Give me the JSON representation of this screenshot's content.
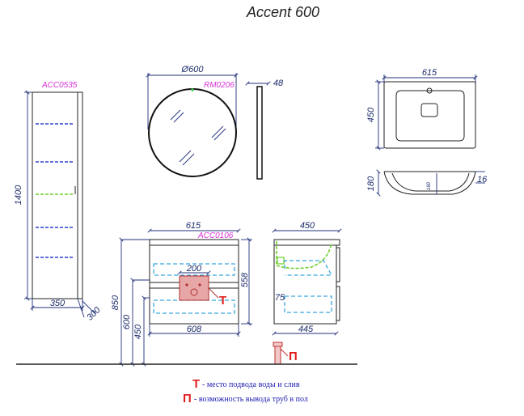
{
  "title": "Accent 600",
  "cabinet": {
    "code": "ACC0535",
    "height": "1400",
    "width": "350",
    "depth": "300"
  },
  "mirror": {
    "code": "RM0206",
    "diameter": "Ø600",
    "thickness": "48"
  },
  "basin": {
    "width": "615",
    "depth": "450",
    "height": "180",
    "rim": "16",
    "inner_label": "160"
  },
  "vanity": {
    "code": "ACC0106",
    "top_width": "615",
    "body_width": "608",
    "height": "558",
    "opening": "200",
    "h850": "850",
    "h600": "600",
    "h450": "450",
    "side_depth": "450",
    "side_body_depth": "445",
    "side_75": "75"
  },
  "markers": {
    "t": "Т",
    "p": "П"
  },
  "legend": {
    "t_mark": "Т",
    "t_text": "- место подвода воды и слив",
    "p_mark": "П",
    "p_text": "- возможность вывода труб в пол"
  },
  "colors": {
    "dimension": "#1a2a6a",
    "code": "#d62fd6",
    "marker": "#e02020",
    "legend_text": "#1b1bb0"
  }
}
